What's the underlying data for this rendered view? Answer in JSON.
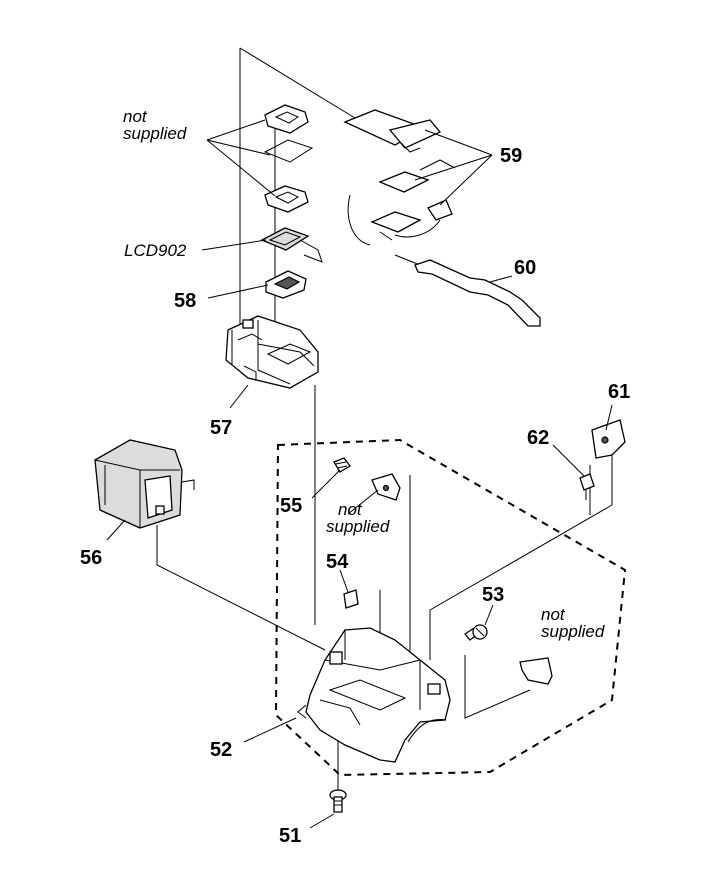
{
  "labels": {
    "not_supplied_1": [
      "not",
      "supplied"
    ],
    "not_supplied_2": [
      "not",
      "supplied"
    ],
    "not_supplied_3": [
      "not",
      "supplied"
    ],
    "lcd902": "LCD902",
    "p51": "51",
    "p52": "52",
    "p53": "53",
    "p54": "54",
    "p55": "55",
    "p56": "56",
    "p57": "57",
    "p58": "58",
    "p59": "59",
    "p60": "60",
    "p61": "61",
    "p62": "62"
  }
}
